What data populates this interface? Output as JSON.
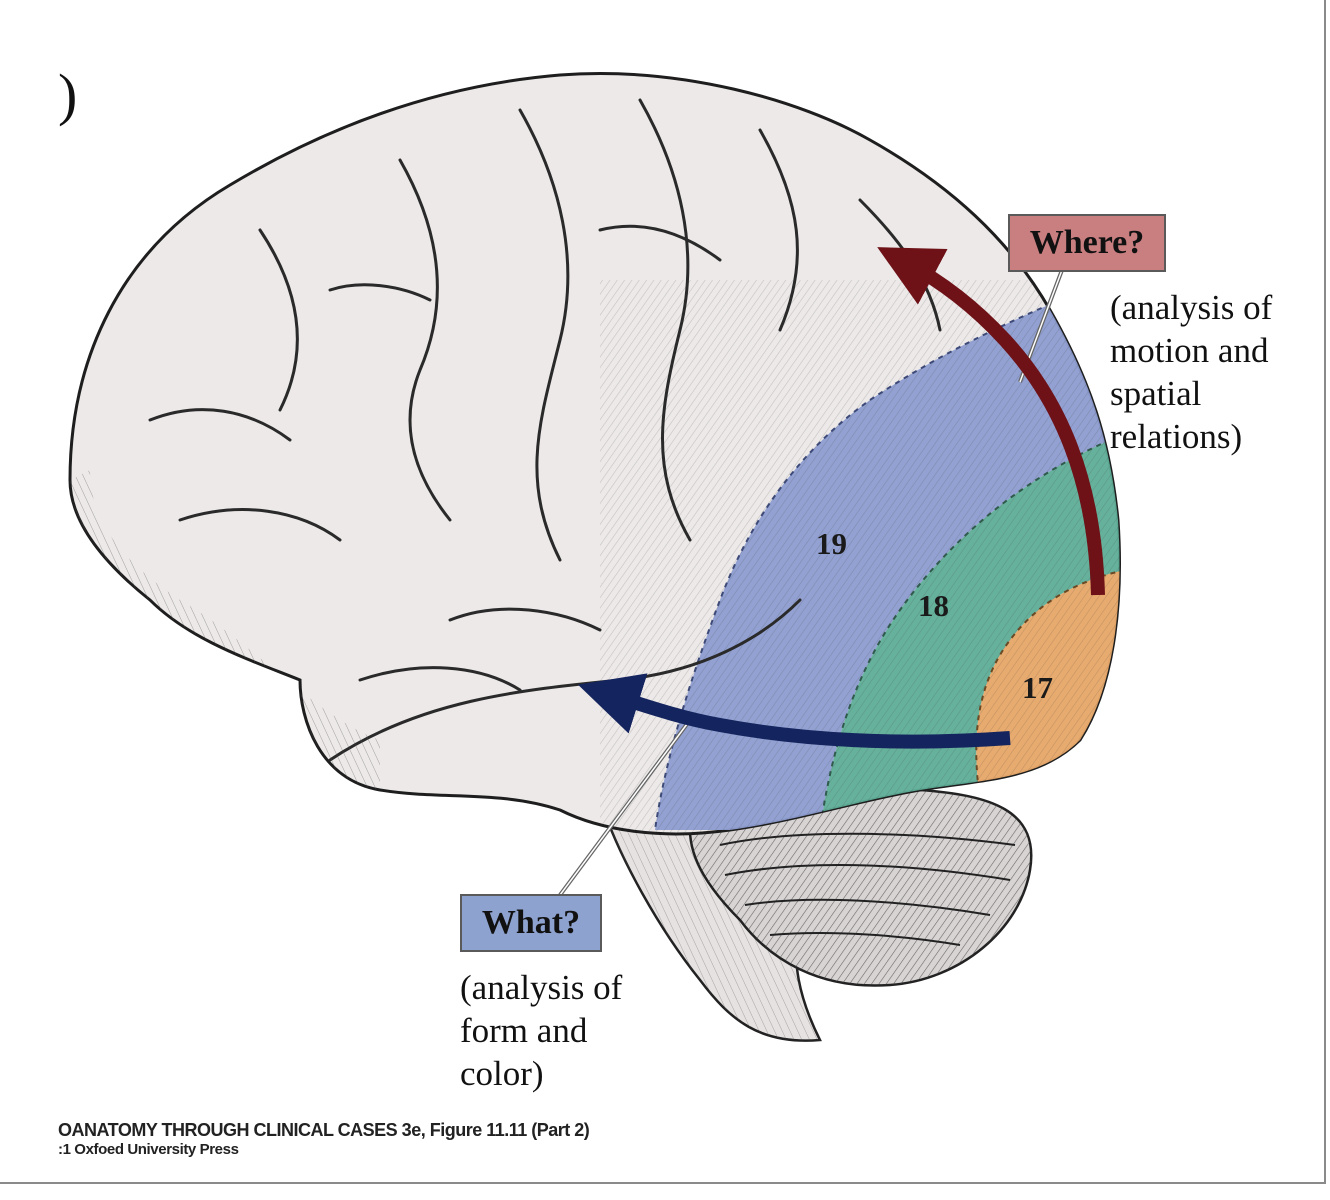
{
  "figure": {
    "part_label": ")",
    "colors": {
      "where_box": "#c97e80",
      "what_box": "#8ea2cf",
      "area_19": "#8d9dd0",
      "area_18": "#5fae98",
      "area_17": "#e7a86a",
      "dorsal_arrow": "#6e1218",
      "ventral_arrow": "#14245e",
      "brain_fill": "#ece9e8",
      "sulcus_line": "#2a2a2a"
    },
    "areas": [
      {
        "id": "19",
        "label": "19"
      },
      {
        "id": "18",
        "label": "18"
      },
      {
        "id": "17",
        "label": "17"
      }
    ],
    "dorsal_stream": {
      "title": "Where?",
      "description_lines": [
        "(analysis of",
        "motion and",
        "spatial",
        "relations)"
      ]
    },
    "ventral_stream": {
      "title": "What?",
      "description_lines": [
        "(analysis of",
        "form and",
        "color)"
      ]
    },
    "citation": {
      "line1": "OANATOMY THROUGH CLINICAL CASES 3e, Figure 11.11 (Part 2)",
      "line2": ":1 Oxfoed University Press"
    }
  }
}
